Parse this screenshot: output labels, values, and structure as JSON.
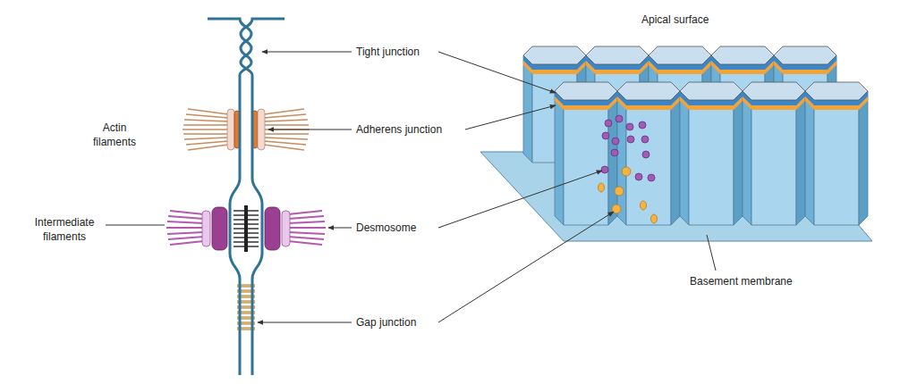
{
  "diagram": {
    "labels": [
      "Apical surface",
      "Tight junction",
      "Actin filaments",
      "Adherens junction",
      "Intermediate filaments",
      "Desmosome",
      "Basement membrane",
      "Gap junction"
    ]
  }
}
